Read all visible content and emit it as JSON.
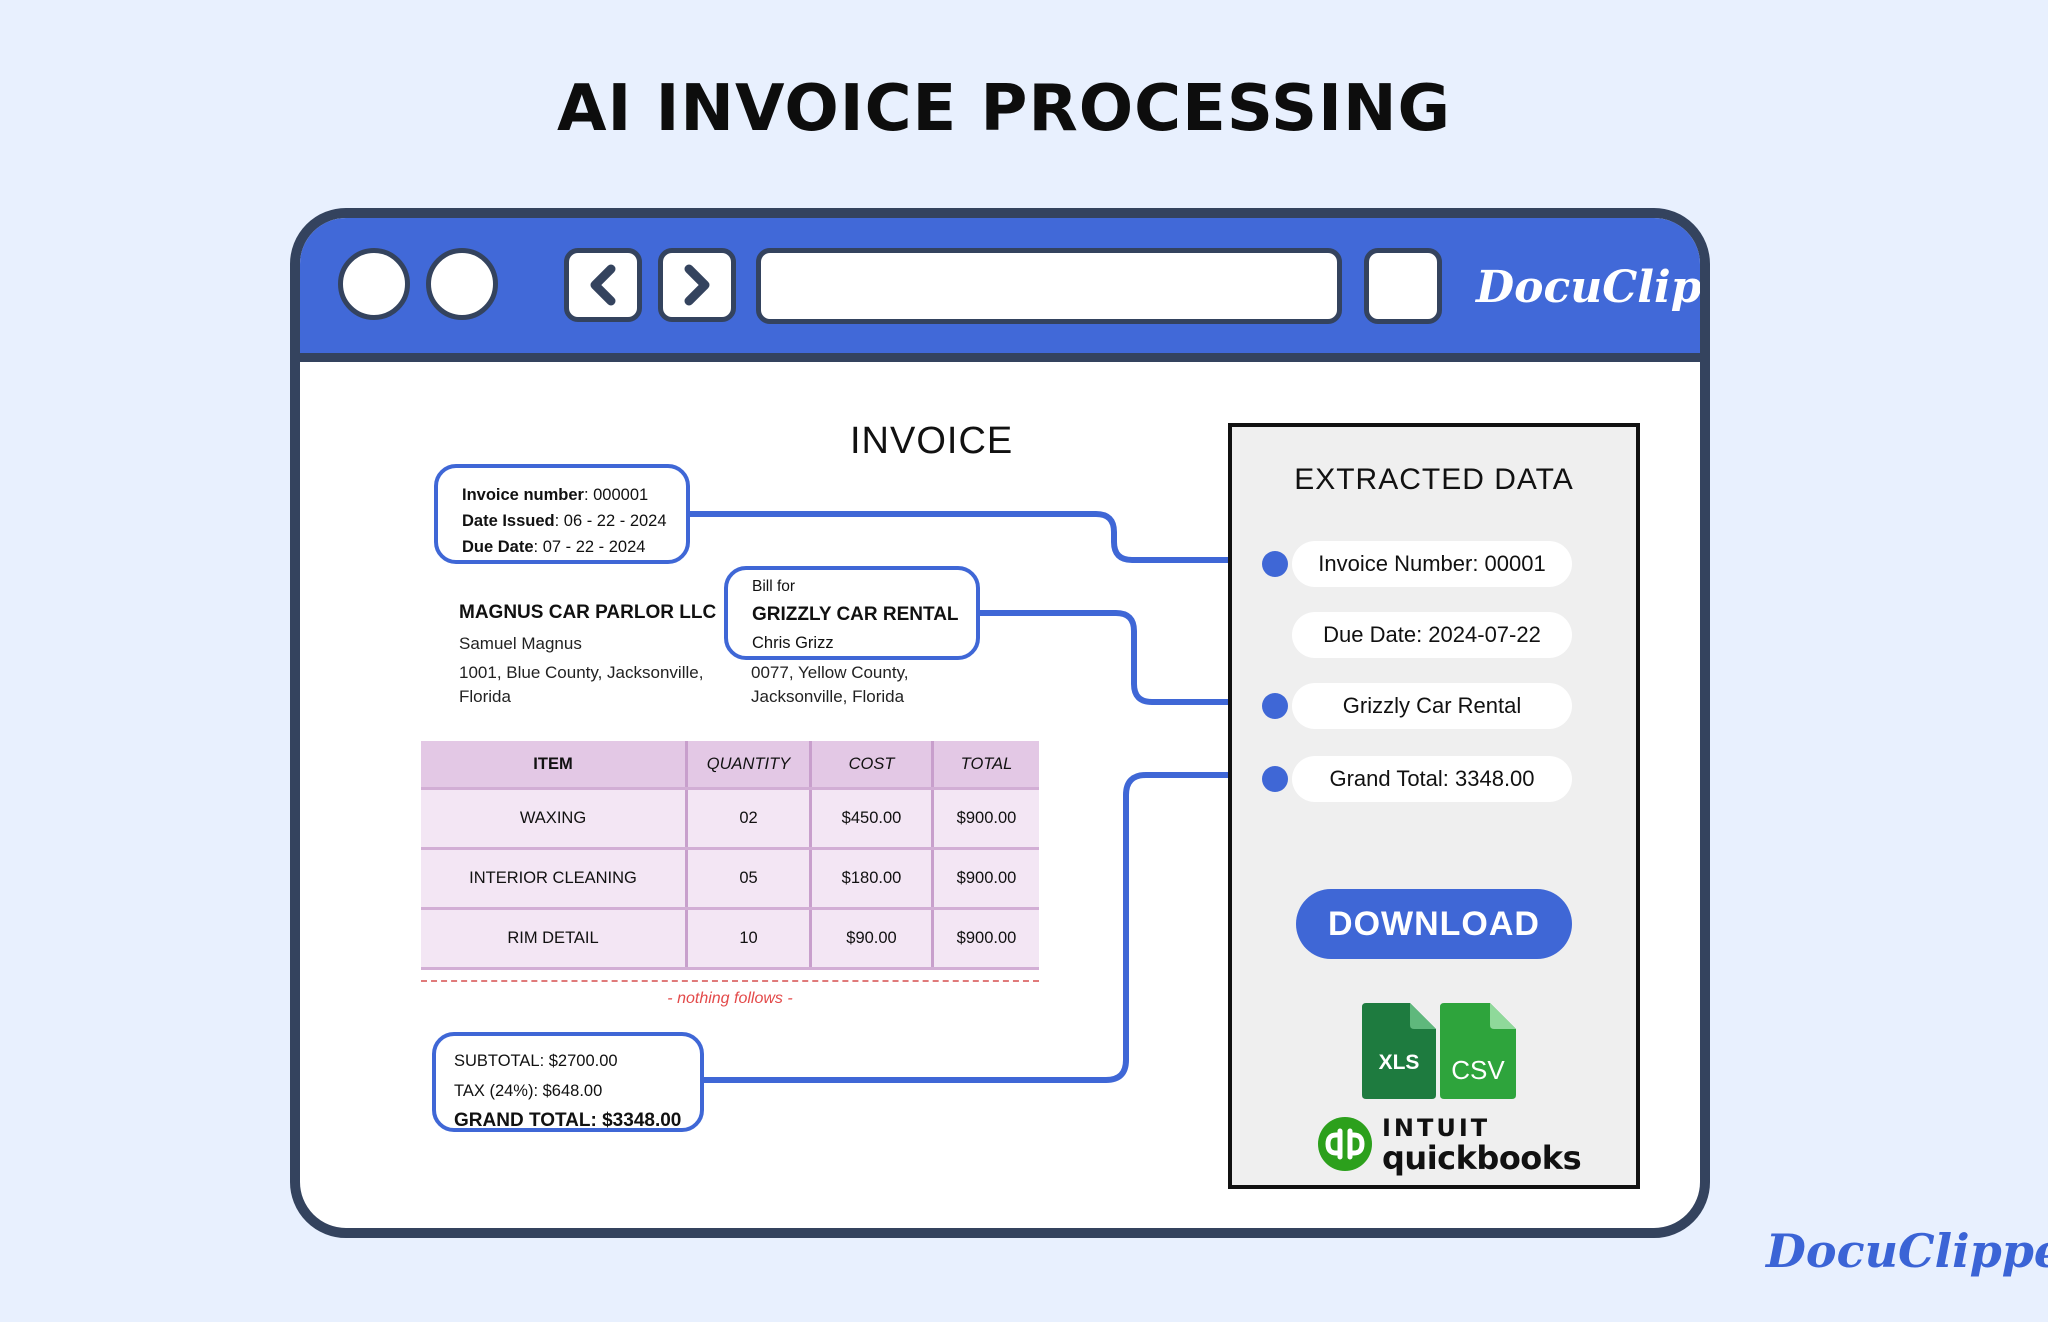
{
  "title": "AI INVOICE PROCESSING",
  "brand": "DocuClipper",
  "invoice": {
    "heading": "INVOICE",
    "meta": [
      {
        "label": "Invoice number",
        "value": ": 000001"
      },
      {
        "label": "Date Issued",
        "value": ": 06 - 22 - 2024"
      },
      {
        "label": "Due Date",
        "value": ": 07 - 22 - 2024"
      }
    ],
    "seller": {
      "name": "MAGNUS CAR PARLOR LLC",
      "contact": "Samuel Magnus",
      "address_line1": "1001, Blue County, Jacksonville,",
      "address_line2": "Florida"
    },
    "bill_for": {
      "label": "Bill for",
      "name": "GRIZZLY CAR RENTAL",
      "contact": "Chris Grizz",
      "address_line1": "0077, Yellow County,",
      "address_line2": "Jacksonville, Florida"
    },
    "table": {
      "headers": [
        "ITEM",
        "QUANTITY",
        "COST",
        "TOTAL"
      ],
      "rows": [
        [
          "WAXING",
          "02",
          "$450.00",
          "$900.00"
        ],
        [
          "INTERIOR CLEANING",
          "05",
          "$180.00",
          "$900.00"
        ],
        [
          "RIM DETAIL",
          "10",
          "$90.00",
          "$900.00"
        ]
      ]
    },
    "nothing_follows": "- nothing follows -",
    "totals": {
      "subtotal": "SUBTOTAL: $2700.00",
      "tax": "TAX (24%): $648.00",
      "grand_total": "GRAND TOTAL: $3348.00"
    }
  },
  "extracted": {
    "title": "EXTRACTED DATA",
    "fields": [
      "Invoice Number: 00001",
      "Due Date: 2024-07-22",
      "Grizzly Car Rental",
      "Grand Total: 3348.00"
    ],
    "download_label": "DOWNLOAD",
    "formats": [
      "XLS",
      "CSV"
    ],
    "integration": {
      "line1": "INTUIT",
      "line2": "quickbooks"
    }
  },
  "colors": {
    "background": "#e8f0fe",
    "accent_blue": "#4169d8",
    "frame": "#34435e",
    "table_header": "#e3c8e5",
    "table_row": "#f3e6f4",
    "xls_green": "#1e7b3f",
    "csv_green": "#2ea43c",
    "quickbooks_green": "#2ca01c",
    "nothing_follows_red": "#e34a4a"
  },
  "icons": [
    "chevron-left-icon",
    "chevron-right-icon",
    "xls-file-icon",
    "csv-file-icon",
    "quickbooks-logo-icon"
  ]
}
